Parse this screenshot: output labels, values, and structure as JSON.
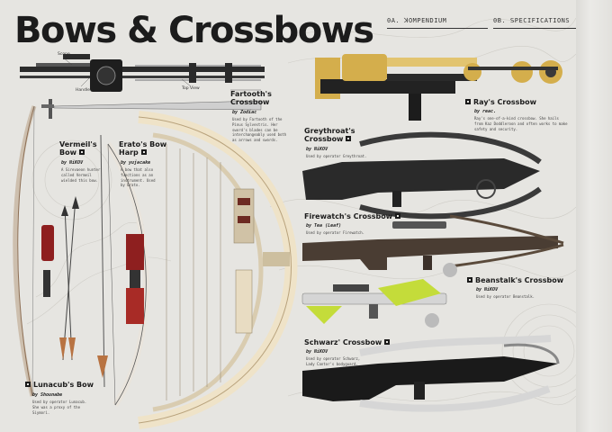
{
  "title": "Bows & Crossbows",
  "section_a": "0A. ꓘOMPENDIUM",
  "section_b": "0B. ꓢPECIFICATIONS",
  "labels": {
    "scope": "Scope",
    "handle": "Handle",
    "top_view": "Top View"
  },
  "items": {
    "fartooth": {
      "name_1": "Fartooth's",
      "name_2": "Crossbow",
      "by": "by Zodiac",
      "desc": [
        "Used by Fartooth of the",
        "Pinus Sylvestris. Her",
        "sword's blades can be",
        "interchangeably used both",
        "as arrows and swords."
      ]
    },
    "vermeil": {
      "name_1": "Vermeil's",
      "name_2": "Bow",
      "by": "by NiKOV",
      "desc": [
        "A Sirevaeon hunter",
        "called Vermeil",
        "wielded this bow."
      ]
    },
    "erato": {
      "name_1": "Erato's Bow",
      "name_2": "Harp",
      "by": "by yujacake",
      "desc": [
        "A bow that also",
        "functions as an",
        "instrument. Used",
        "by Erato."
      ]
    },
    "lunacub": {
      "name_1": "Lunacub's Bow",
      "by": "by Shounabe",
      "desc": [
        "Used by operator Lunacub.",
        "She was a proxy of the",
        "Siymori."
      ]
    },
    "ray": {
      "name_1": "Ray's Crossbow",
      "by": "by reac.",
      "desc": [
        "Ray's one-of-a-kind crossbow. She hails",
        "from Kaz Doddleroon and often works to make",
        "safety and security."
      ]
    },
    "greythroat": {
      "name_1": "Greythroat's",
      "name_2": "Crossbow",
      "by": "by NiKOV",
      "desc": [
        "Used by operator Greythroat."
      ]
    },
    "firewatch": {
      "name_1": "Firewatch's Crossbow",
      "by": "by Tea (Leaf)",
      "desc": [
        "Used by operator Firewatch."
      ]
    },
    "beanstalk": {
      "name_1": "Beanstalk's Crossbow",
      "by": "by NiKOV",
      "desc": [
        "Used by operator Beanstalk."
      ]
    },
    "schwarz": {
      "name_1": "Schwarz' Crossbow",
      "by": "by NiKOV",
      "desc": [
        "Used by operator Schwarz,",
        "Lady Cantor's bodyguard."
      ]
    }
  },
  "colors": {
    "ink": "#1b1b1b",
    "paper": "#e6e5e1",
    "gold": "#d4ae4c",
    "lime": "#c4dc3a",
    "red": "#b8362c",
    "steel": "#2a2a2a"
  }
}
